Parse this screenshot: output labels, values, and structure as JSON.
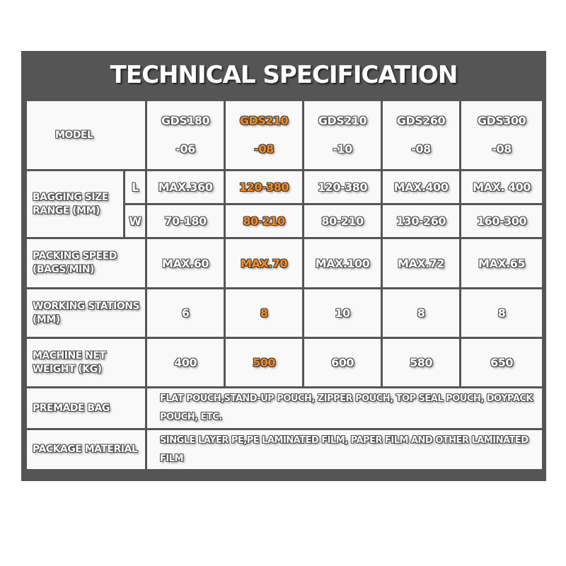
{
  "title": "TECHNICAL SPECIFICATION",
  "highlight_color": "#ff8a1c",
  "rows": {
    "model": {
      "label": "MODEL",
      "values": [
        {
          "line1": "GDS180",
          "line2": "-06"
        },
        {
          "line1": "GDS210",
          "line2": "-08"
        },
        {
          "line1": "GDS210",
          "line2": "-10"
        },
        {
          "line1": "GDS260",
          "line2": "-08"
        },
        {
          "line1": "GDS300",
          "line2": "-08"
        }
      ]
    },
    "bagging": {
      "label": "BAGGING SIZE RANGE (MM)",
      "l_label": "L",
      "l_values": [
        "MAX.360",
        "120-380",
        "120-380",
        "MAX.400",
        "MAX. 400"
      ],
      "w_label": "W",
      "w_values": [
        "70-180",
        "80-210",
        "80-210",
        "130-260",
        "160-300"
      ]
    },
    "speed": {
      "label": "PACKING SPEED (BAGS/MIN)",
      "values": [
        "MAX.60",
        "MAX.70",
        "MAX.100",
        "MAX.72",
        "MAX.65"
      ]
    },
    "stations": {
      "label": "WORKING STATIONS (MM)",
      "values": [
        "6",
        "8",
        "10",
        "8",
        "8"
      ]
    },
    "weight": {
      "label": "MACHINE NET WEIGHT (KG)",
      "values": [
        "400",
        "500",
        "600",
        "580",
        "650"
      ]
    },
    "premade": {
      "label": "PREMADE BAG",
      "value": "FLAT POUCH,STAND-UP POUCH, ZIPPER POUCH, TOP SEAL POUCH, DOYPACK POUCH, ETC."
    },
    "material": {
      "label": "PACKAGE MATERIAL",
      "value": "SINGLE LAYER PE,PE LAMINATED FILM, PAPER FILM AND OTHER LAMINATED FILM"
    }
  }
}
